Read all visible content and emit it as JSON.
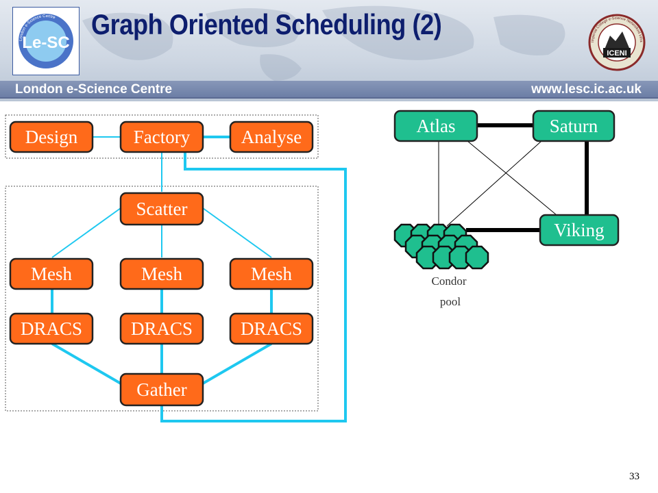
{
  "header": {
    "title": "Graph Oriented Scheduling (2)",
    "band_left": "London e-Science Centre",
    "band_right": "www.lesc.ic.ac.uk",
    "left_logo": {
      "name": "lesc-logo",
      "mark": "Le-SC",
      "ring_text": "London e-Science Centre"
    },
    "right_logo": {
      "name": "iceni-logo",
      "mark": "ICENI",
      "ring_text": "Imperial College e-Science Networked Infrastructure"
    }
  },
  "workflow": {
    "top_row": [
      "Design",
      "Factory",
      "Analyse"
    ],
    "scatter": "Scatter",
    "mesh": [
      "Mesh",
      "Mesh",
      "Mesh"
    ],
    "dracs": [
      "DRACS",
      "DRACS",
      "DRACS"
    ],
    "gather": "Gather"
  },
  "resources": {
    "atlas": "Atlas",
    "saturn": "Saturn",
    "viking": "Viking",
    "pool_line1": "Condor",
    "pool_line2": "pool"
  },
  "colors": {
    "node_fill": "#ff6a1a",
    "resource_fill": "#1fbf8f",
    "link": "#1ec8f0",
    "title": "#0d1e6e"
  },
  "footer": {
    "page_number": "33"
  }
}
